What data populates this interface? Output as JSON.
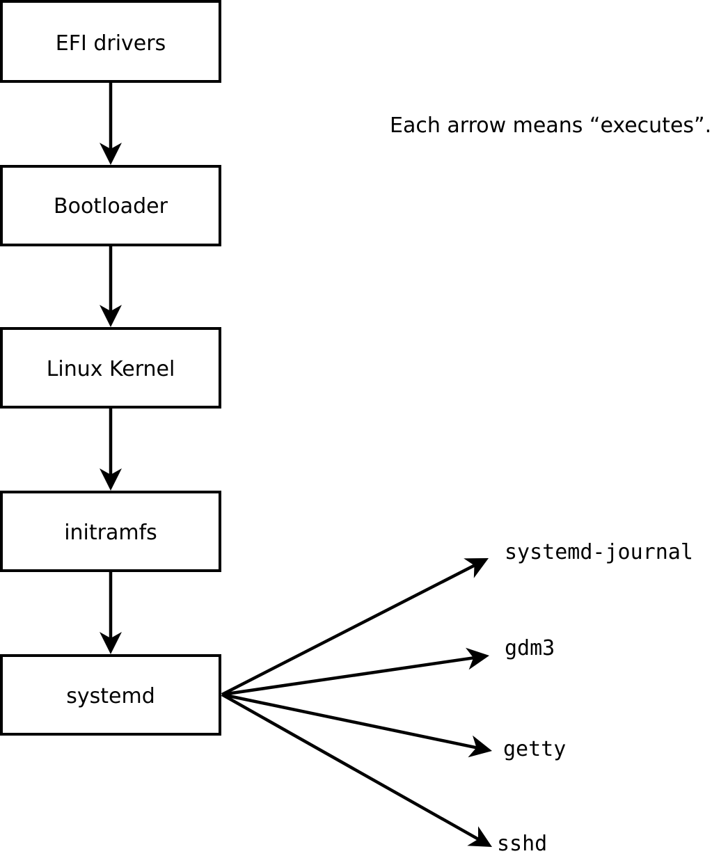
{
  "colors": {
    "ink": "#000000",
    "paper": "#ffffff"
  },
  "annotation": {
    "text": "Each arrow means “executes”."
  },
  "diagram": {
    "edge_meaning": "executes",
    "chain_nodes": [
      {
        "label": "EFI drivers"
      },
      {
        "label": "Bootloader"
      },
      {
        "label": "Linux Kernel"
      },
      {
        "label": "initramfs"
      },
      {
        "label": "systemd"
      }
    ],
    "spawned_processes": [
      {
        "label": "systemd-journal"
      },
      {
        "label": "gdm3"
      },
      {
        "label": "getty"
      },
      {
        "label": "sshd"
      }
    ],
    "edges": [
      {
        "from": "EFI drivers",
        "to": "Bootloader"
      },
      {
        "from": "Bootloader",
        "to": "Linux Kernel"
      },
      {
        "from": "Linux Kernel",
        "to": "initramfs"
      },
      {
        "from": "initramfs",
        "to": "systemd"
      },
      {
        "from": "systemd",
        "to": "systemd-journal"
      },
      {
        "from": "systemd",
        "to": "gdm3"
      },
      {
        "from": "systemd",
        "to": "getty"
      },
      {
        "from": "systemd",
        "to": "sshd"
      }
    ]
  }
}
